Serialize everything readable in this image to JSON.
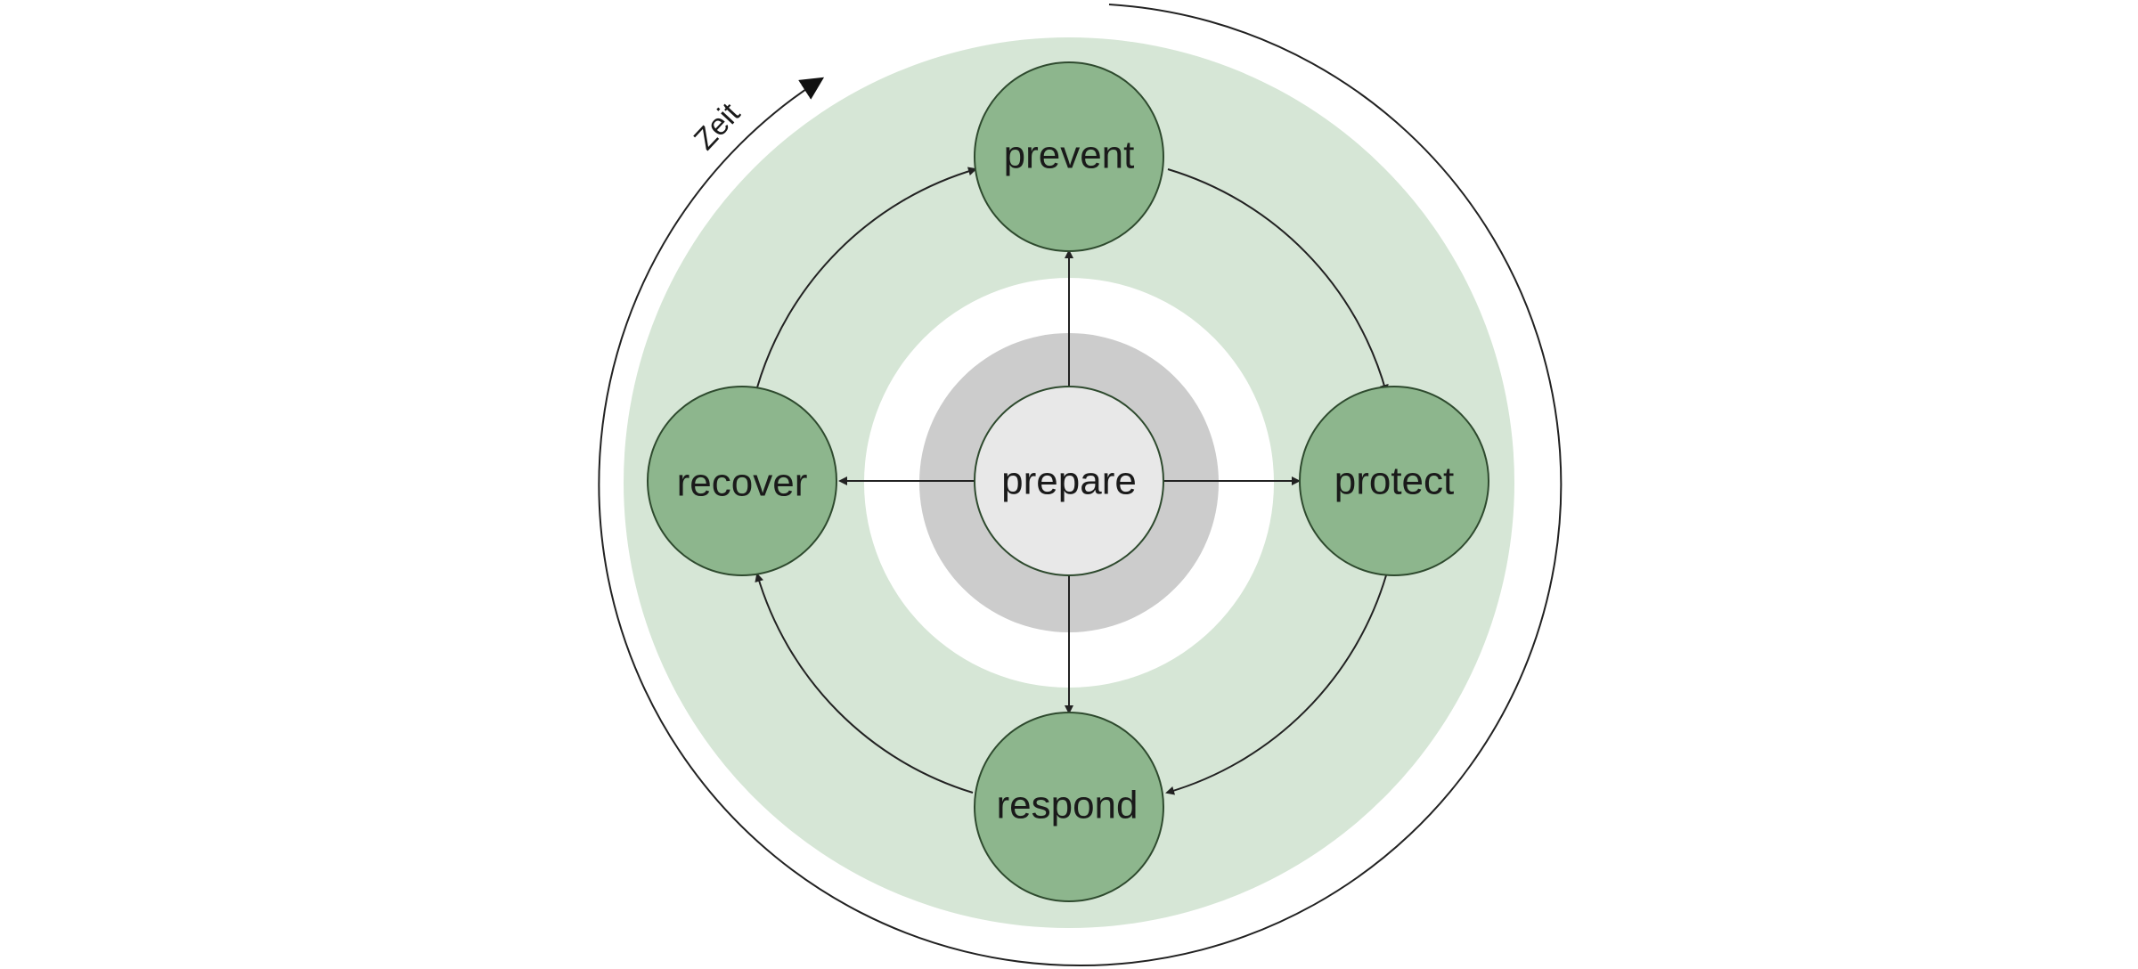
{
  "diagram": {
    "center": {
      "label": "prepare"
    },
    "phases": [
      {
        "id": "prevent",
        "label": "prevent"
      },
      {
        "id": "protect",
        "label": "protect"
      },
      {
        "id": "respond",
        "label": "respond"
      },
      {
        "id": "recover",
        "label": "recover"
      }
    ],
    "time_label": "Zeit"
  },
  "colors": {
    "outer_ring": "#d6e6d6",
    "phase_fill": "#8db68d",
    "inner_gray_ring": "#cccccc",
    "center_fill": "#e8e8e8",
    "line": "#222222"
  },
  "icons": [
    "arrow-head-icon",
    "time-arrow-icon"
  ]
}
